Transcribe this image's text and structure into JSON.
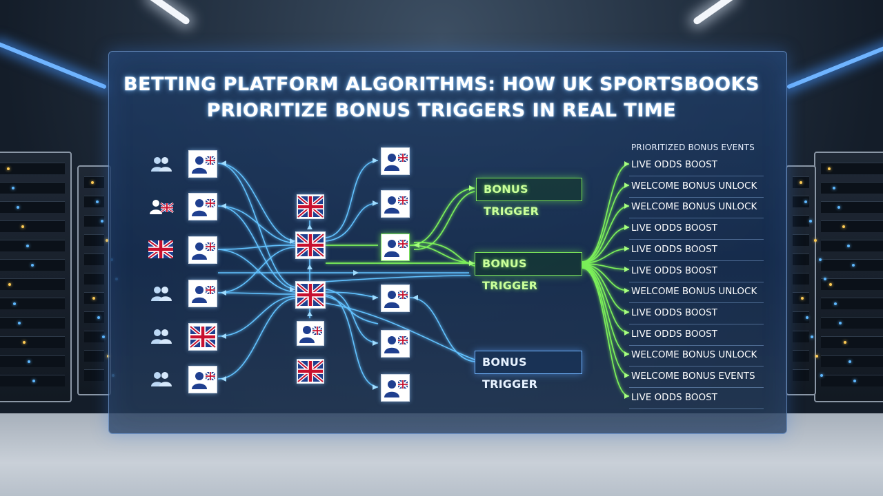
{
  "title": {
    "line1": "BETTING PLATFORM ALGORITHMS: HOW UK SPORTSBOOKS",
    "line2": "PRIORITIZE BONUS TRIGGERS IN REAL TIME"
  },
  "triggers": [
    {
      "label": "BONUS TRIGGER",
      "style": "green"
    },
    {
      "label": "BONUS TRIGGER",
      "style": "green"
    },
    {
      "label": "BONUS TRIGGER",
      "style": "blue"
    }
  ],
  "events": {
    "heading": "PRIORITIZED BONUS EVENTS",
    "items": [
      "LIVE ODDS BOOST",
      "WELCOME BONUS UNLOCK",
      "WELCOME BONUS UNLOCK",
      "LIVE ODDS BOOST",
      "LIVE ODDS BOOST",
      "LIVE ODDS BOOST",
      "WELCOME BONUS UNLOCK",
      "LIVE ODDS BOOST",
      "LIVE ODDS BOOST",
      "WELCOME BONUS UNLOCK",
      "WELCOME BONUS EVENTS",
      "LIVE ODDS BOOST"
    ]
  },
  "icons": {
    "user_group": "users-icon",
    "uk_flag": "uk-flag-icon",
    "user_card": "user-card-icon"
  },
  "colors": {
    "blue_line": "#62c2ff",
    "green_line": "#7cf05a",
    "panel": "#1e3c68"
  }
}
